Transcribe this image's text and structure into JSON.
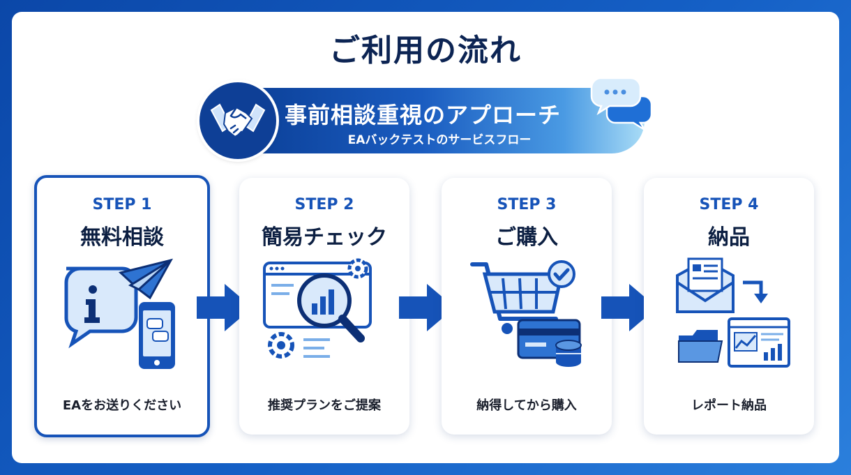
{
  "title": "ご利用の流れ",
  "banner": {
    "title": "事前相談重視のアプローチ",
    "subtitle": "EAバックテストのサービスフロー",
    "handshake_icon": "handshake-icon",
    "chat_icon": "chat-bubbles-icon"
  },
  "steps": [
    {
      "number": "STEP 1",
      "name": "無料相談",
      "description": "EAをお送りください",
      "icon": "info-phone-paperplane-icon",
      "active": true
    },
    {
      "number": "STEP 2",
      "name": "簡易チェック",
      "description": "推奨プランをご提案",
      "icon": "magnifier-chart-gears-icon",
      "active": false
    },
    {
      "number": "STEP 3",
      "name": "ご購入",
      "description": "納得してから購入",
      "icon": "cart-card-coins-icon",
      "active": false
    },
    {
      "number": "STEP 4",
      "name": "納品",
      "description": "レポート納品",
      "icon": "mail-folder-report-icon",
      "active": false
    }
  ],
  "colors": {
    "primary": "#1653b8",
    "dark": "#0c2453",
    "background": "#0b47a8",
    "light": "#d9e9fb"
  }
}
